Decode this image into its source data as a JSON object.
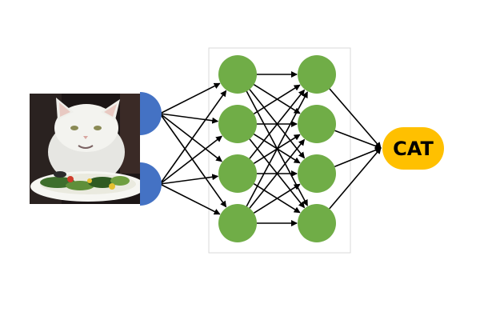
{
  "diagram": {
    "input_image_icon": "white-cat-at-dinner-table-photo",
    "output": {
      "label": "CAT"
    },
    "colors": {
      "input_node": "#4472C4",
      "hidden_node": "#70AD47",
      "output_node": "#FFC000",
      "edge": "#000000",
      "frame": "#D9D9D9",
      "output_text": "#000000"
    },
    "layers": {
      "input": 2,
      "hidden_1": 4,
      "hidden_2": 4,
      "output": 1
    }
  }
}
